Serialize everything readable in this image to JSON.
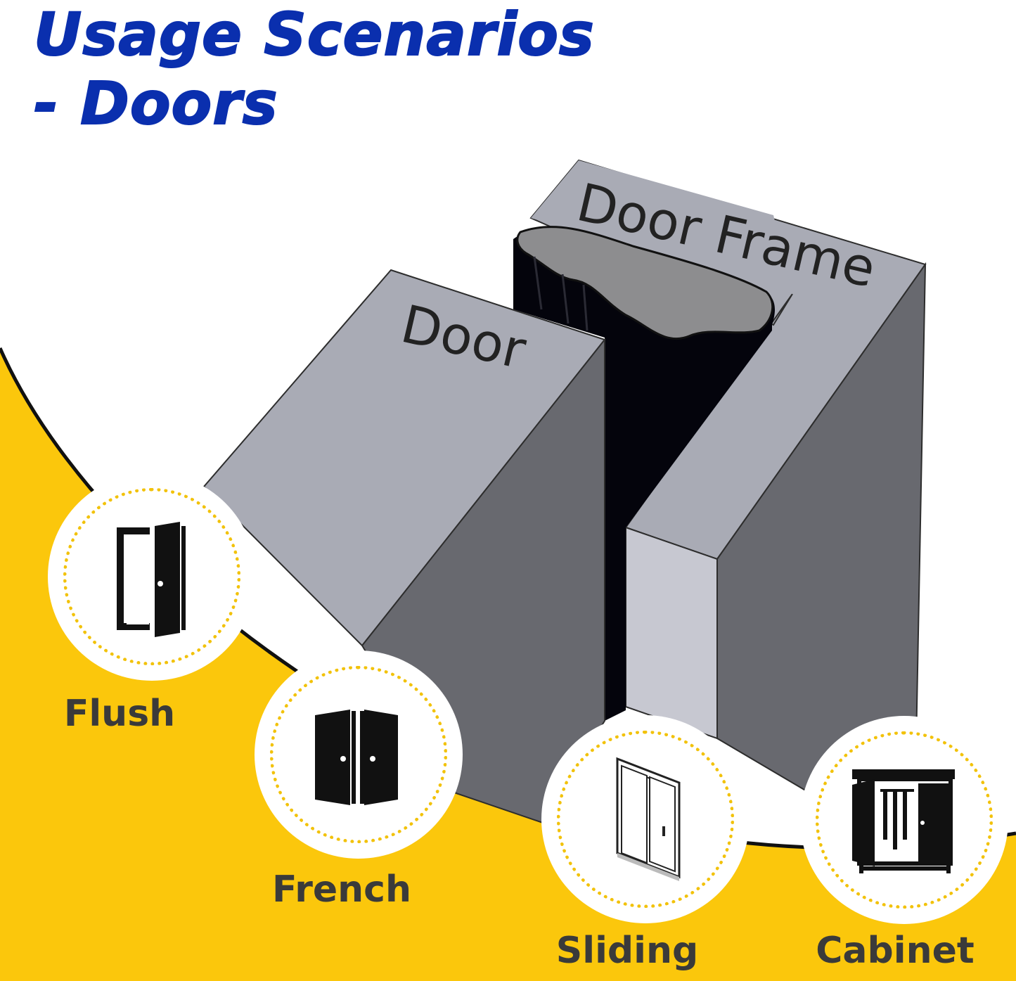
{
  "title": {
    "line1": "Usage Scenarios",
    "line2": "- Doors"
  },
  "diagram": {
    "door_frame_label": "Door Frame",
    "door_label": "Door"
  },
  "usages": [
    {
      "label": "Flush",
      "icon": "flush-door-icon"
    },
    {
      "label": "French",
      "icon": "french-door-icon"
    },
    {
      "label": "Sliding",
      "icon": "sliding-door-icon"
    },
    {
      "label": "Cabinet",
      "icon": "cabinet-icon"
    }
  ],
  "colors": {
    "title": "#0a2fae",
    "accent_yellow": "#fbc70c",
    "dot_ring": "#f2c20a",
    "block_top": "#a9abb5",
    "block_side": "#68696f",
    "label_text": "#3a3a3a"
  }
}
